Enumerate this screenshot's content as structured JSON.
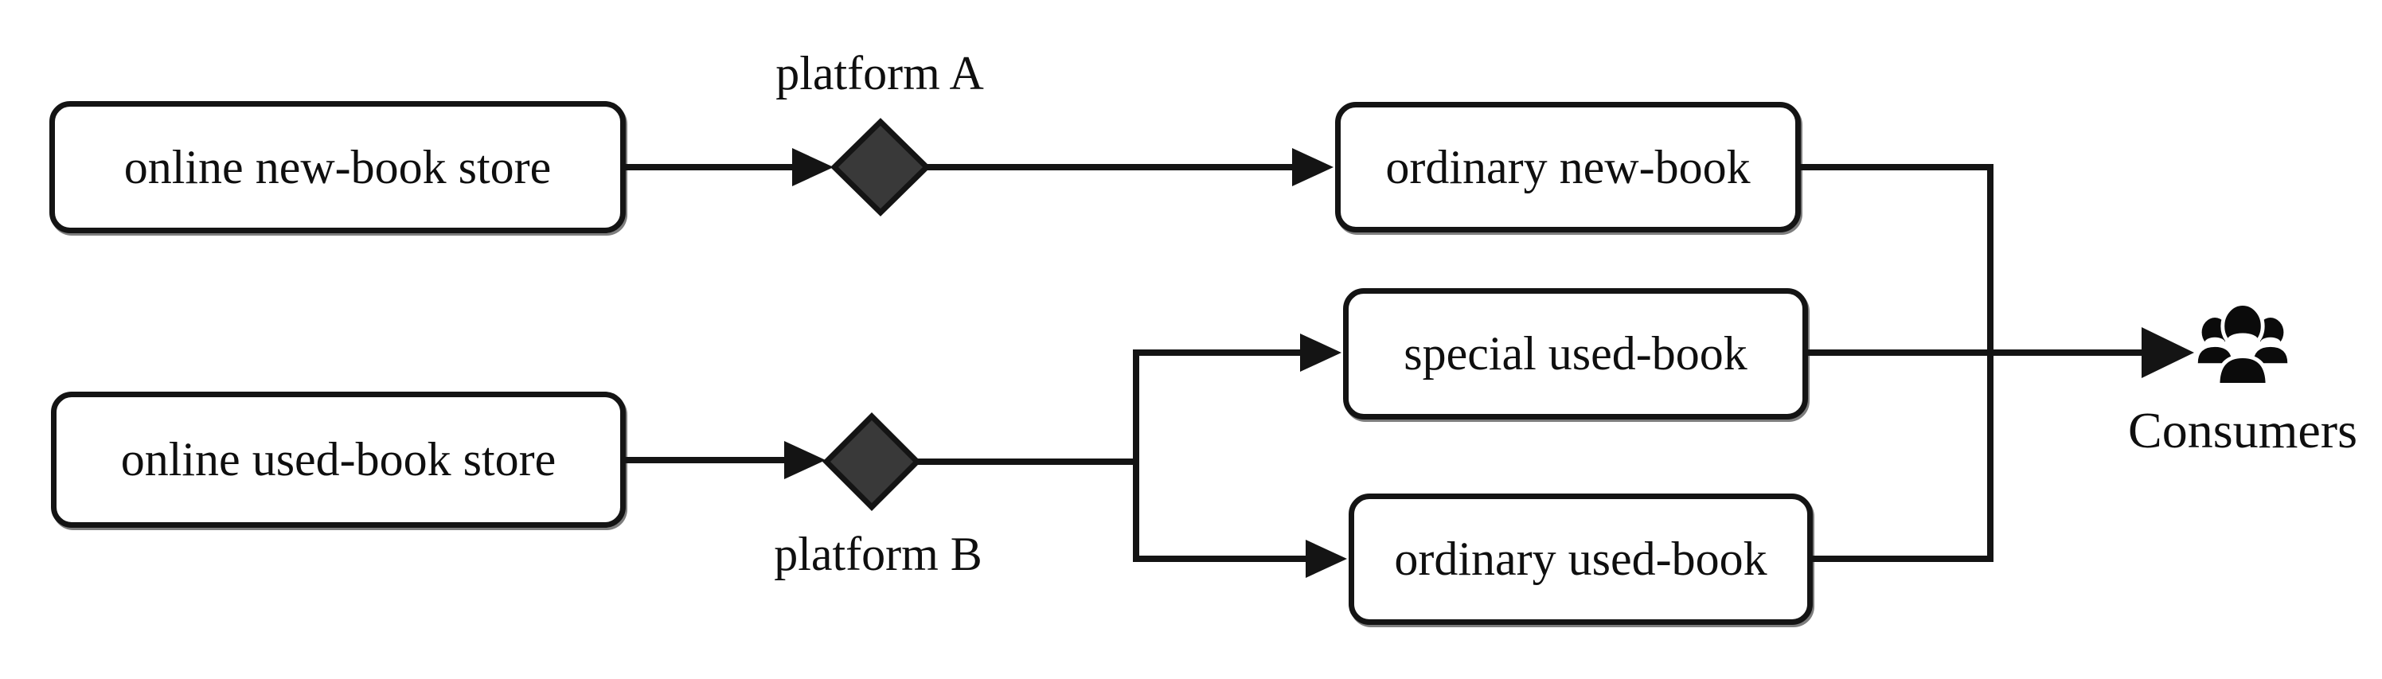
{
  "diagram": {
    "boxes": {
      "online_new_book_store": {
        "label": "online new-book store"
      },
      "ordinary_new_book": {
        "label": "ordinary new-book"
      },
      "online_used_book_store": {
        "label": "online used-book store"
      },
      "special_used_book": {
        "label": "special used-book"
      },
      "ordinary_used_book": {
        "label": "ordinary used-book"
      }
    },
    "platforms": {
      "platform_a": {
        "label": "platform A",
        "shape": "diamond"
      },
      "platform_b": {
        "label": "platform B",
        "shape": "diamond"
      }
    },
    "consumers": {
      "label": "Consumers",
      "icon": "people-group-icon"
    },
    "edges": [
      {
        "from": "online new-book store",
        "to": "platform A"
      },
      {
        "from": "platform A",
        "to": "ordinary new-book"
      },
      {
        "from": "online used-book store",
        "to": "platform B"
      },
      {
        "from": "platform B",
        "to": "special used-book"
      },
      {
        "from": "platform B",
        "to": "ordinary used-book"
      },
      {
        "from": "ordinary new-book",
        "to": "Consumers"
      },
      {
        "from": "special used-book",
        "to": "Consumers"
      },
      {
        "from": "ordinary used-book",
        "to": "Consumers"
      }
    ],
    "colors": {
      "line": "#141414",
      "diamond_fill": "#393939",
      "box_background": "#ffffff",
      "text": "#0f0f0f"
    }
  }
}
